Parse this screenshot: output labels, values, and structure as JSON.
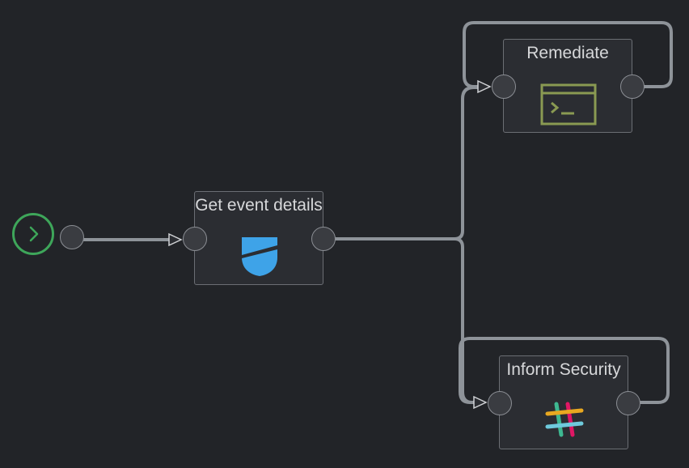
{
  "workflow": {
    "start": {
      "icon": "chevron-right-icon",
      "color": "#3ea65a"
    },
    "nodes": [
      {
        "id": "get-event-details",
        "title": "Get event details",
        "icon": "shield-logo-icon",
        "icon_color": "#3ea3e8"
      },
      {
        "id": "remediate",
        "title": "Remediate",
        "icon": "terminal-icon",
        "icon_color": "#8a9a52"
      },
      {
        "id": "inform-security",
        "title": "Inform Security",
        "icon": "slack-logo-icon"
      }
    ],
    "connections": [
      {
        "from": "start",
        "to": "get-event-details"
      },
      {
        "from": "get-event-details",
        "to": "remediate"
      },
      {
        "from": "get-event-details",
        "to": "inform-security"
      },
      {
        "from": "remediate",
        "to": "remediate"
      },
      {
        "from": "inform-security",
        "to": "inform-security"
      }
    ],
    "wire_color": "#8e9399",
    "node_border_color": "#6b6e74",
    "background_color": "#222428"
  }
}
